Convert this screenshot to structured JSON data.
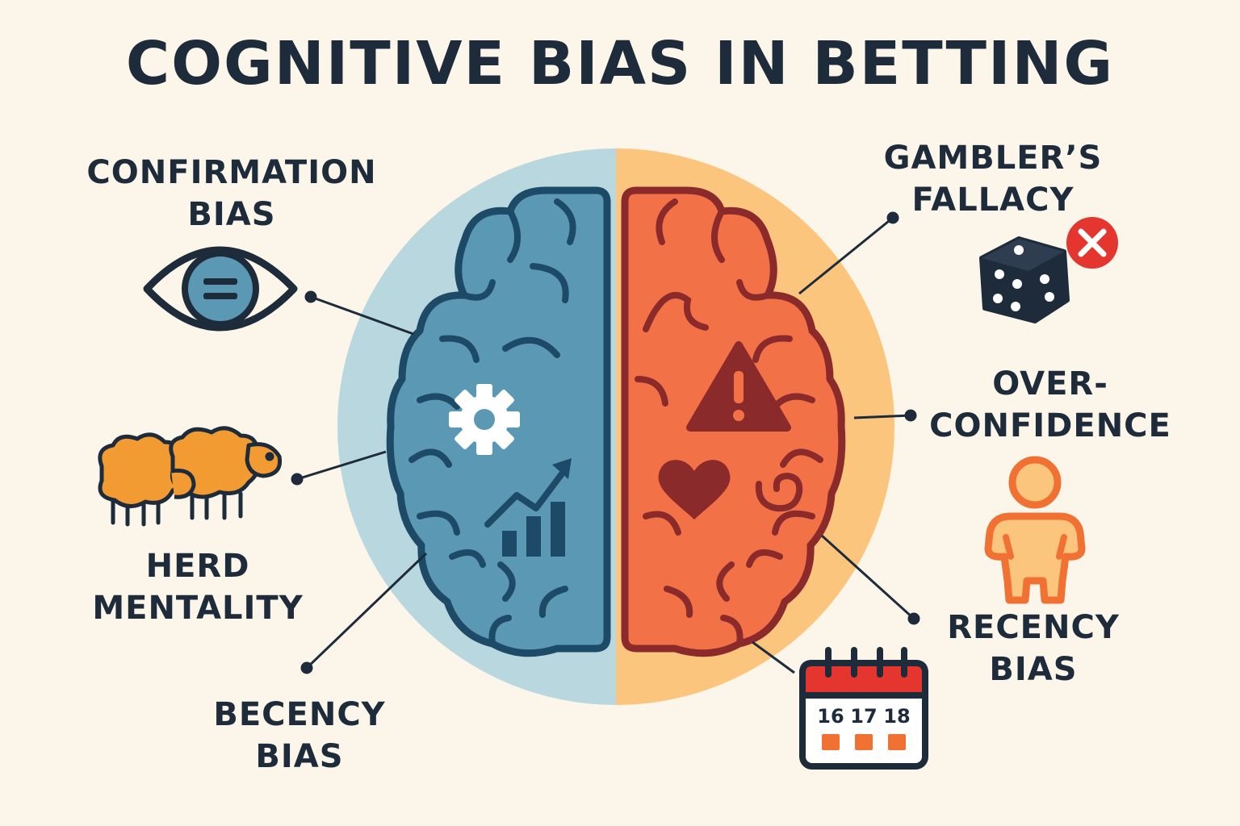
{
  "title": "COGNITIVE BIAS IN BETTING",
  "colors": {
    "background": "#fbf6e9",
    "text": "#1d2b3a",
    "left_half_bg": "#b9d7df",
    "right_half_bg": "#fcc57e",
    "left_brain": "#5b98b3",
    "right_brain": "#f27146",
    "brain_outline": "#1d4a66",
    "right_outline": "#8b2a2a",
    "sheep": "#f29b33",
    "person": "#f07132",
    "dice": "#1d2b3a",
    "x_badge": "#e4352f"
  },
  "labels": {
    "confirmation": [
      "CONFIRMATION",
      "BIAS"
    ],
    "herd": [
      "HERD",
      "MENTALITY"
    ],
    "becency": [
      "BECENCY",
      "BIAS"
    ],
    "gamblers": [
      "GAMBLER’S",
      "FALLACY"
    ],
    "overconfidence": [
      "OVER-",
      "CONFIDENCE"
    ],
    "recency": [
      "RECENCY",
      "BIAS"
    ]
  },
  "calendar": {
    "days": [
      "16",
      "17",
      "18"
    ]
  },
  "icons": {
    "left": [
      "eye-icon",
      "sheep-icon",
      "gear-icon",
      "trend-chart-icon"
    ],
    "right": [
      "dice-icon",
      "x-badge-icon",
      "person-icon",
      "warning-icon",
      "heart-icon",
      "calendar-icon"
    ]
  }
}
